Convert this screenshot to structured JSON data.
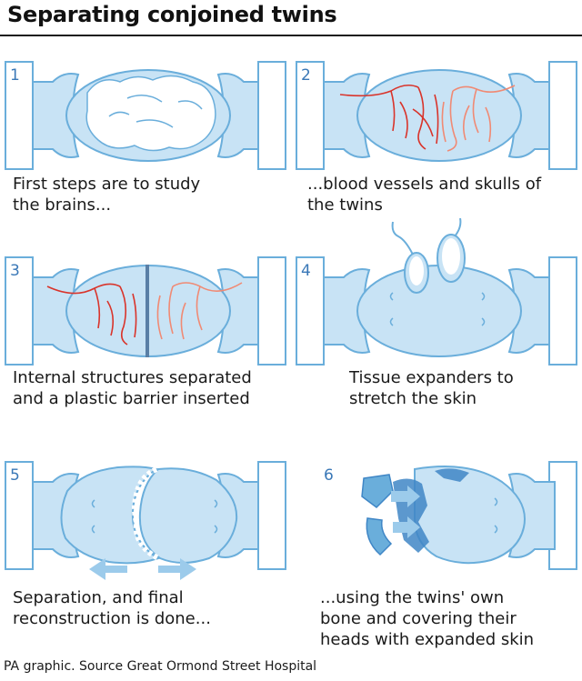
{
  "title": "Separating conjoined twins",
  "steps": [
    {
      "number": "1",
      "caption_line1": "First steps are to study",
      "caption_line2": "the brains..."
    },
    {
      "number": "2",
      "caption_line1": "...blood vessels and skulls of",
      "caption_line2": "the twins"
    },
    {
      "number": "3",
      "caption_line1": "Internal structures separated",
      "caption_line2": "and a plastic barrier inserted"
    },
    {
      "number": "4",
      "caption_line1": "Tissue expanders to",
      "caption_line2": "stretch the skin"
    },
    {
      "number": "5",
      "caption_line1": "Separation, and final",
      "caption_line2": "reconstruction is done..."
    },
    {
      "number": "6",
      "caption_line1": "...using the twins' own",
      "caption_line2": "bone and covering their",
      "caption_line3": "heads with expanded skin"
    }
  ],
  "footer": "PA graphic. Source Great Ormond Street Hospital",
  "colors": {
    "body_fill": "#c8e3f5",
    "outline": "#6aaedb",
    "vessel_red": "#d9342b",
    "vessel_light": "#f08a74",
    "arrow": "#9ccbeb",
    "bone": "#3f86c6"
  }
}
